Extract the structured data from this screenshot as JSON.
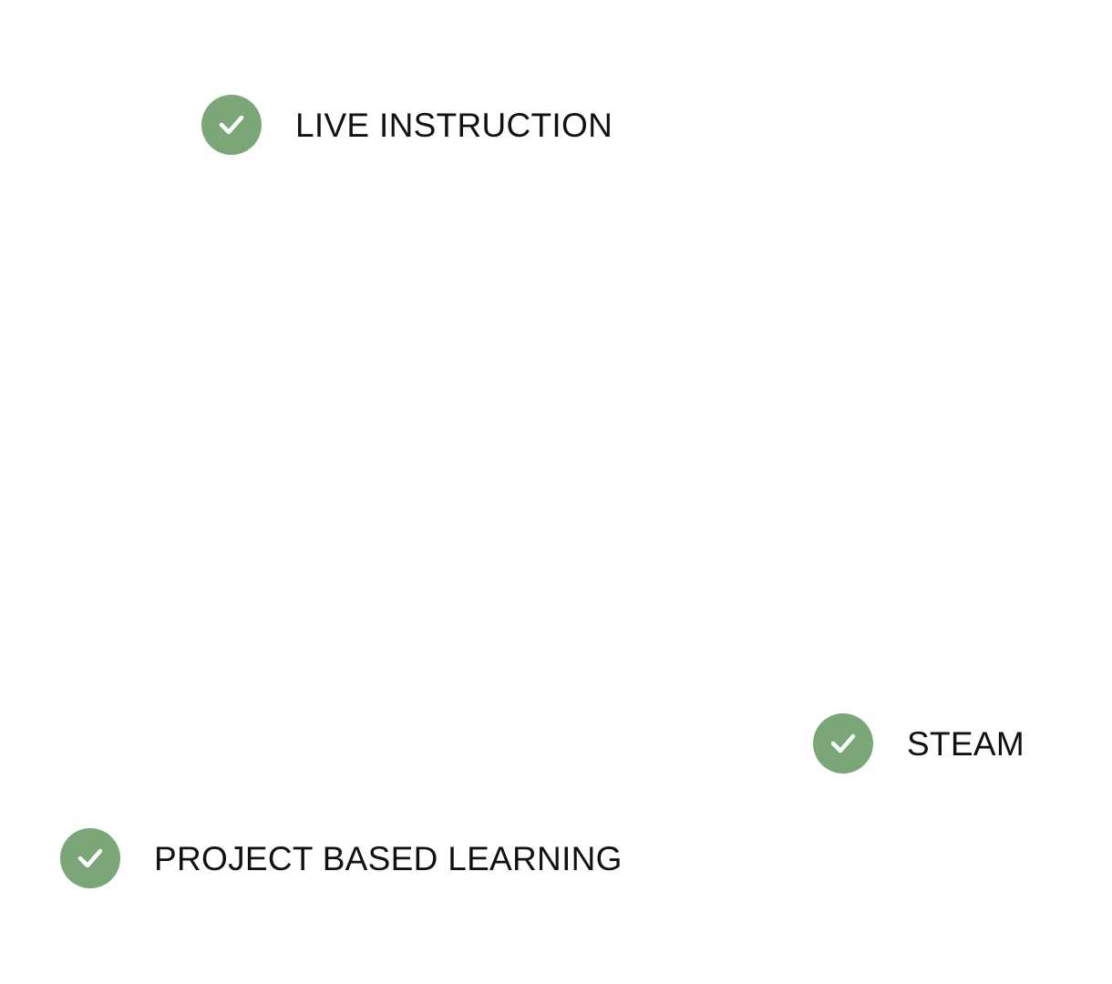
{
  "features": [
    {
      "label": "LIVE INSTRUCTION",
      "icon": "check-circle-icon"
    },
    {
      "label": "STEAM",
      "icon": "check-circle-icon"
    },
    {
      "label": "PROJECT BASED LEARNING",
      "icon": "check-circle-icon"
    }
  ],
  "colors": {
    "badge": "#7aa678",
    "check": "#ffffff",
    "text": "#111111",
    "background": "#ffffff"
  }
}
